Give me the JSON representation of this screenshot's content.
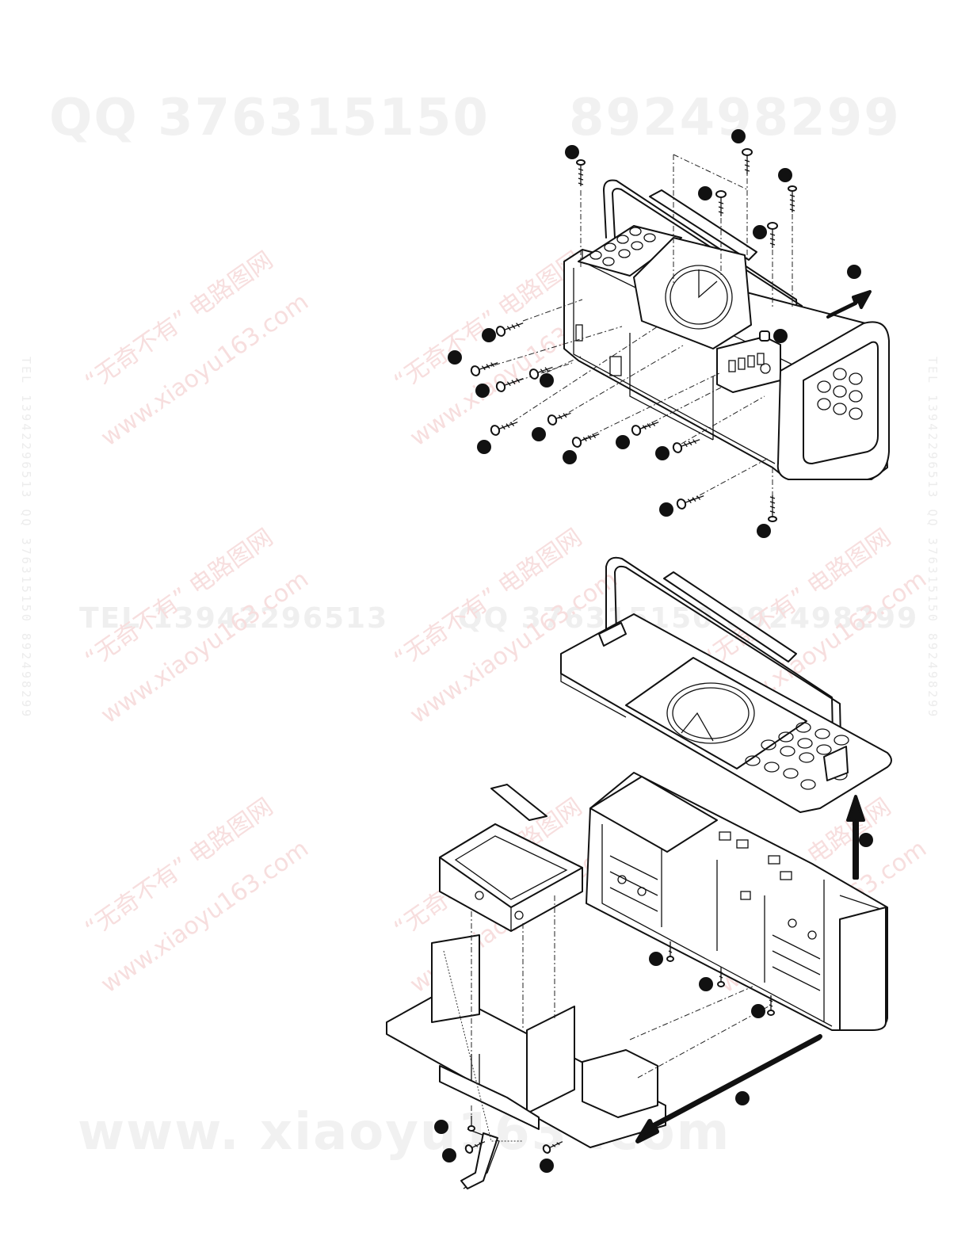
{
  "watermarks": {
    "top_left": "QQ 376315150",
    "top_right": "892498299",
    "mid_left": "TEL 13942296513",
    "mid_right": "QQ 376315150  892498299",
    "bottom": "www. xiaoyu163 .com",
    "red_cn": "“无奇不有” 电路图网",
    "red_url": "www.xiaoyu163.com",
    "side_left": "TEL 13942296513  QQ 376315150  892498299",
    "side_right": "TEL 13942296513  QQ 376315150  892498299"
  },
  "colors": {
    "line": "#111111",
    "watermark_red": "#f7dede",
    "watermark_gray": "#f1f1f1"
  }
}
